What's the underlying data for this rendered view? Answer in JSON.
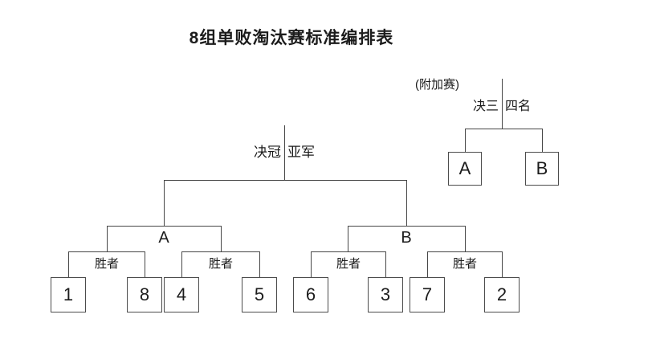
{
  "title": "8组单败淘汰赛标准编排表",
  "main_bracket": {
    "final": {
      "label_left": "决冠",
      "label_right": "亚军"
    },
    "groups": [
      {
        "label": "A",
        "matches": [
          {
            "winner_label": "胜者",
            "slots": [
              "1",
              "8"
            ]
          },
          {
            "winner_label": "胜者",
            "slots": [
              "4",
              "5"
            ]
          }
        ]
      },
      {
        "label": "B",
        "matches": [
          {
            "winner_label": "胜者",
            "slots": [
              "6",
              "3"
            ]
          },
          {
            "winner_label": "胜者",
            "slots": [
              "7",
              "2"
            ]
          }
        ]
      }
    ]
  },
  "playoff_bracket": {
    "note": "(附加赛)",
    "final": {
      "label_left": "决三",
      "label_right": "四名"
    },
    "slots": [
      "A",
      "B"
    ]
  }
}
